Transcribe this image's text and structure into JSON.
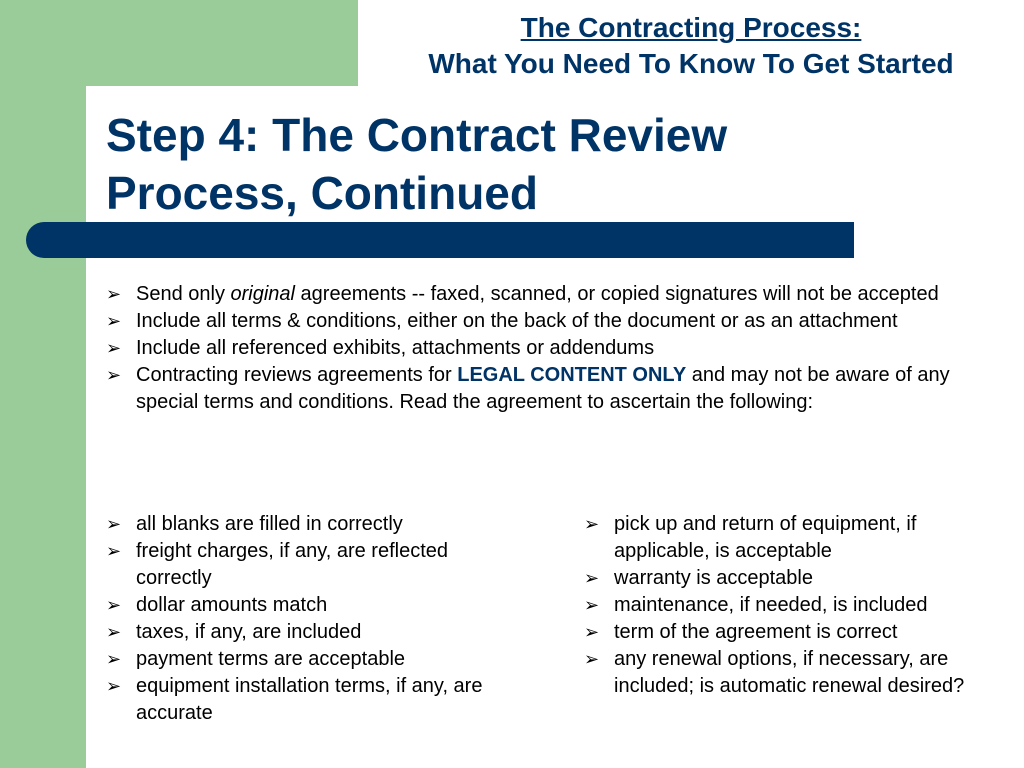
{
  "header": {
    "line1": "The Contracting Process:",
    "line2": "What You Need To Know To Get Started"
  },
  "title": {
    "line1": "Step 4: The Contract Review",
    "line2": "Process, Continued"
  },
  "bullets": {
    "b1_pre": "Send only ",
    "b1_em": "original",
    "b1_post": " agreements -- faxed, scanned, or copied signatures will not be accepted",
    "b2": "Include all terms & conditions, either on the back of the document or as an attachment",
    "b3": "Include all referenced exhibits, attachments or addendums",
    "b4_pre": "Contracting reviews agreements for ",
    "b4_strong": "LEGAL CONTENT ONLY",
    "b4_post": " and may not be aware of any special terms and conditions. Read the agreement to ascertain the following:"
  },
  "checklist_left": [
    "all blanks are filled in correctly",
    "freight charges, if any, are reflected correctly",
    "dollar amounts match",
    "taxes, if any, are included",
    "payment terms are acceptable",
    "equipment installation terms, if any, are accurate"
  ],
  "checklist_right": [
    "pick up and return of equipment, if applicable, is acceptable",
    "warranty is acceptable",
    "maintenance, if needed, is included",
    "term of the agreement is correct",
    "any renewal options, if necessary, are included; is automatic renewal desired?"
  ],
  "bullet_glyph": "➢",
  "colors": {
    "navy": "#003366",
    "green": "#99cc99"
  }
}
